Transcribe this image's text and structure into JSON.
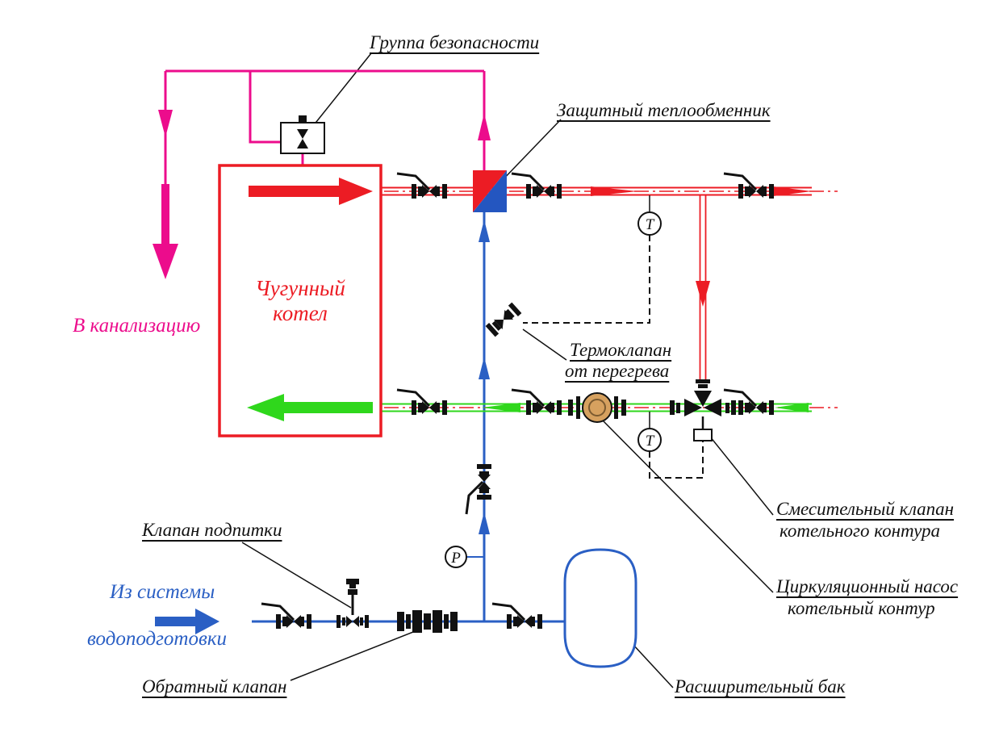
{
  "diagram": {
    "labels": {
      "safety_group": "Группа безопасности",
      "heat_exchanger": "Защитный теплообменник",
      "thermo_valve_line1": "Термоклапан",
      "thermo_valve_line2": "от перегрева",
      "mixing_valve_line1": "Смесительный клапан",
      "mixing_valve_line2": "котельного контура",
      "pump_line1": "Циркуляционный насос",
      "pump_line2": "котельный контур",
      "expansion_tank": "Расширительный бак",
      "feed_valve": "Клапан подпитки",
      "check_valve": "Обратный клапан",
      "to_sewer": "В канализацию",
      "water_supply_line1": "Из системы",
      "water_supply_line2": "водоподготовки"
    },
    "boiler": {
      "line1": "Чугунный",
      "line2": "котел"
    },
    "instruments": {
      "temp_sensor_top": "Т",
      "temp_sensor_bottom": "Т",
      "pressure_gauge": "Р"
    },
    "colors": {
      "supply_red": "#ec1c24",
      "return_green": "#2fd71c",
      "feed_blue": "#2a5fc4",
      "drain_pink": "#ec0c8c",
      "pump_body_tan": "#d6a15f"
    }
  }
}
